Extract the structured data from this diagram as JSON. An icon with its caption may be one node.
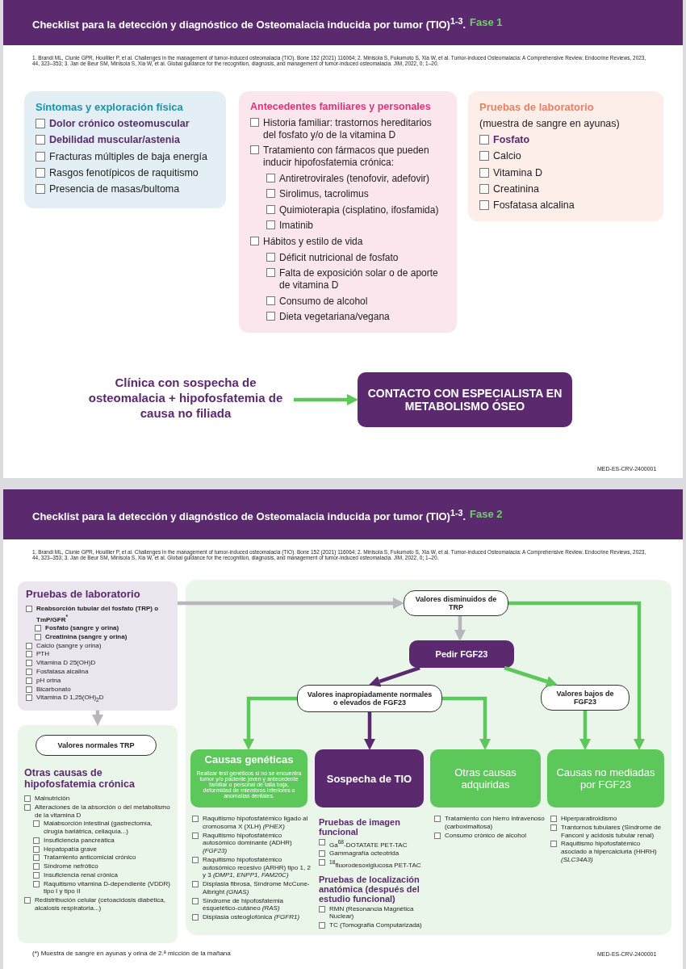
{
  "diagram": {
    "nodes": [
      {
        "text": [
          "Síntomas y exploración física",
          "Dolor crónico osteomuscular",
          "Debilidad muscular/astenia",
          "Fracturas múltiples de baja energía",
          "Rasgos fenotípicos de raquitismo",
          "Presencia de masas/bultoma"
        ]
      },
      {
        "text": [
          "Antecedentes familiares y personales",
          "Historia familiar: trastornos hereditarios del fosfato y/o de la vitamina D",
          "Tratamiento con fármacos que pueden inducir hipofosfatemia crónica:",
          "Antiretrovirales (tenofovir, adefovir)",
          "Sirolimus, tacrolimus",
          "Quimioterapia (cisplatino, ifosfamida)",
          "Imatinib",
          "Hábitos y estilo de vida",
          "Déficit nutricional de fosfato",
          "Falta de exposición solar o de aporte de vitamina D",
          "Consumo de alcohol",
          "Dieta vegetariana/vegana"
        ]
      },
      {
        "text": [
          "Pruebas de laboratorio",
          "(muestra de sangre en ayunas)",
          "Fosfato",
          "Calcio",
          "Vitamina D",
          "Creatinina",
          "Fosfatasa alcalina"
        ]
      },
      {
        "text": [
          "Clínica con sospecha de osteomalacia + hipofosfatemia de causa no filiada"
        ]
      },
      {
        "text": [
          "CONTACTO CON ESPECIALISTA EN METABOLISMO ÓSEO"
        ]
      },
      {
        "text": [
          "Pruebas de laboratorio",
          "Reabsorción tubular del fosfato (TRP) o TmP/GFR$^{*}$",
          "Fosfato (sangre y orina)",
          "Creatinina (sangre y orina)",
          "Calcio (sangre y orina)",
          "PTH",
          "Vitamina D 25(OH)D",
          "Fosfatasa alcalina",
          "pH orina",
          "Bicarbonato",
          "Vitamina D 1,25(OH)$_{2}$D"
        ]
      },
      {
        "text": [
          "Otras causas de hipofosfatemia crónica",
          "Malnutrición",
          "Alteraciones de la absorción o del metabolismo de la vitamina D",
          "Malabsorción intestinal (gastrectomía, cirugía bariátrica, celiaquía...)",
          "Insuficiencia pancreática",
          "Hepatopatía grave",
          "Tratamiento anticomicial crónico",
          "Síndrome nefrótico",
          "Insuficiencia renal crónica",
          "Raquitismo vitamina D-dependiente (VDDR) tipo I y tipo II",
          "Redistribución celular (cetoacidosis diabética, alcalosis respiratoria...)"
        ]
      },
      {
        "text": [
          "Valores normales TRP"
        ],
        "in": 6
      },
      {
        "text": [],
        "shape": "box"
      },
      {
        "text": [
          "Valores disminuidos de TRP"
        ],
        "in": 8
      },
      {
        "text": [
          "Pedir FGF23"
        ],
        "in": 8
      },
      {
        "text": [
          "Valores inapropiadamente normales o elevados de FGF23"
        ],
        "in": 8
      },
      {
        "text": [
          "Valores bajos de FGF23"
        ],
        "in": 8
      },
      {
        "text": [
          "Causas genéticas",
          "Realizar test genéticos si no se encuentra tumor y/o paciente joven y antecedente familiar o personal de talla baja, deformidad de miembros inferiores o anomalías dentales."
        ],
        "in": 8,
        "beside": [
          "Raquitismo hipofosfatémico ligado al cromosoma X (XLH) *(PHEX)*",
          "Raquitismo hipofosfatémico autosómico dominante (ADHR) *(FGF23)*",
          "Raquitismo hipofosfatémico autosómico recesivo (ARHR) tipo 1, 2 y 3 *(DMP1, ENPP1, FAM20C)*",
          "Displasia fibrosa, Síndrome McCune-Albright *(GNAS)*",
          "Síndrome de hipofosfatemia esquelético-cutáneo *(RAS)*",
          "Displasia osteoglofónica *(FGFR1)*"
        ]
      },
      {
        "text": [
          "Sospecha de TIO"
        ],
        "in": 8,
        "beside": [
          "Pruebas de imagen funcional",
          "Ga$^{68}$-DOTATATE PET-TAC",
          "Gammagrafía octeotrida",
          "$^{18}$fluorodesoxiglucosa PET-TAC",
          "Pruebas de localización anatómica (después del estudio funcional)",
          "RMN (Resonancia Magnética Nuclear)",
          "TC (Tomografía Computarizada)"
        ]
      },
      {
        "text": [
          "Otras causas adquiridas"
        ],
        "in": 8,
        "beside": [
          "Tratamiento con hierro intravenoso (carboximaltosa)",
          "Consumo crónico de alcohol"
        ]
      },
      {
        "text": [
          "Causas no mediadas por FGF23"
        ],
        "in": 8,
        "beside": [
          "Hiperparatiroidismo",
          "Trantornos tubulares (Síndrome de Fanconi y acidosis tubular renal)",
          "Raquitismo hipofosfatémico asociado a hipercalciuria (HHRH) *(SLC34A3)*"
        ]
      }
    ],
    "edges": [
      {
        "from": 3,
        "to": 4,
        "arrow": "to"
      },
      {
        "from": 5,
        "to": 9,
        "arrow": "to",
        "color": "#b9b5bd"
      },
      {
        "from": 5,
        "to": 6,
        "arrow": "to",
        "color": "#b9b5bd"
      },
      {
        "from": 9,
        "to": 10,
        "arrow": "to",
        "color": "#b9b5bd"
      },
      {
        "from": 9,
        "to": 16,
        "arrow": "to"
      },
      {
        "from": 10,
        "to": 11,
        "arrow": "to",
        "color": "#5b2a6e"
      },
      {
        "from": 10,
        "to": 12,
        "arrow": "to"
      },
      {
        "from": 11,
        "to": 13,
        "arrow": "to"
      },
      {
        "from": 11,
        "to": 14,
        "arrow": "to",
        "color": "#5b2a6e"
      },
      {
        "from": 11,
        "to": 15,
        "arrow": "to"
      },
      {
        "from": 12,
        "to": 16,
        "arrow": "to"
      }
    ],
    "labels": [
      "Checklist para la detección y diagnóstico de Osteomalacia inducida por tumor (TIO)$^{1-3}$.",
      "Fase 1",
      "1. Brandi ML, Clunie GPR, Houillier P, et al. Challenges in the management of tumor-induced osteomalacia (TIO). Bone 152 (2021) 116064; 2. Minisola S, Fukumoto S, Xia W, et al. Tumor-induced Osteomalacia: A Comprehensive Review. Endocrine Reviews, 2023, 44, 323–353; 3. Jan de Beur SM, Minisola S, Xia W, et al. Global guidance for the recognition, diagnosis, and management of tumor-induced osteomalacia. JIM, 2022, 0; 1–20.",
      "MED-ES-CRV-2400001",
      "Checklist para la detección y diagnóstico de Osteomalacia inducida por tumor (TIO)$^{1-3}$.",
      "Fase 2",
      "1. Brandi ML, Clunie GPR, Houillier P, et al. Challenges in the management of tumor-induced osteomalacia (TIO). Bone 152 (2021) 116064; 2. Minisola S, Fukumoto S, Xia W, et al. Tumor-induced Osteomalacia: A Comprehensive Review. Endocrine Reviews, 2023, 44, 323–353; 3. Jan de Beur SM, Minisola S, Xia W, et al. Global guidance for the recognition, diagnosis, and management of tumor-induced osteomalacia. JIM, 2022, 0; 1–20.",
      "(*) Muestra de sangre en ayunas y orina de 2.ª micción de la mañana",
      "MED-ES-CRV-2400001"
    ]
  }
}
